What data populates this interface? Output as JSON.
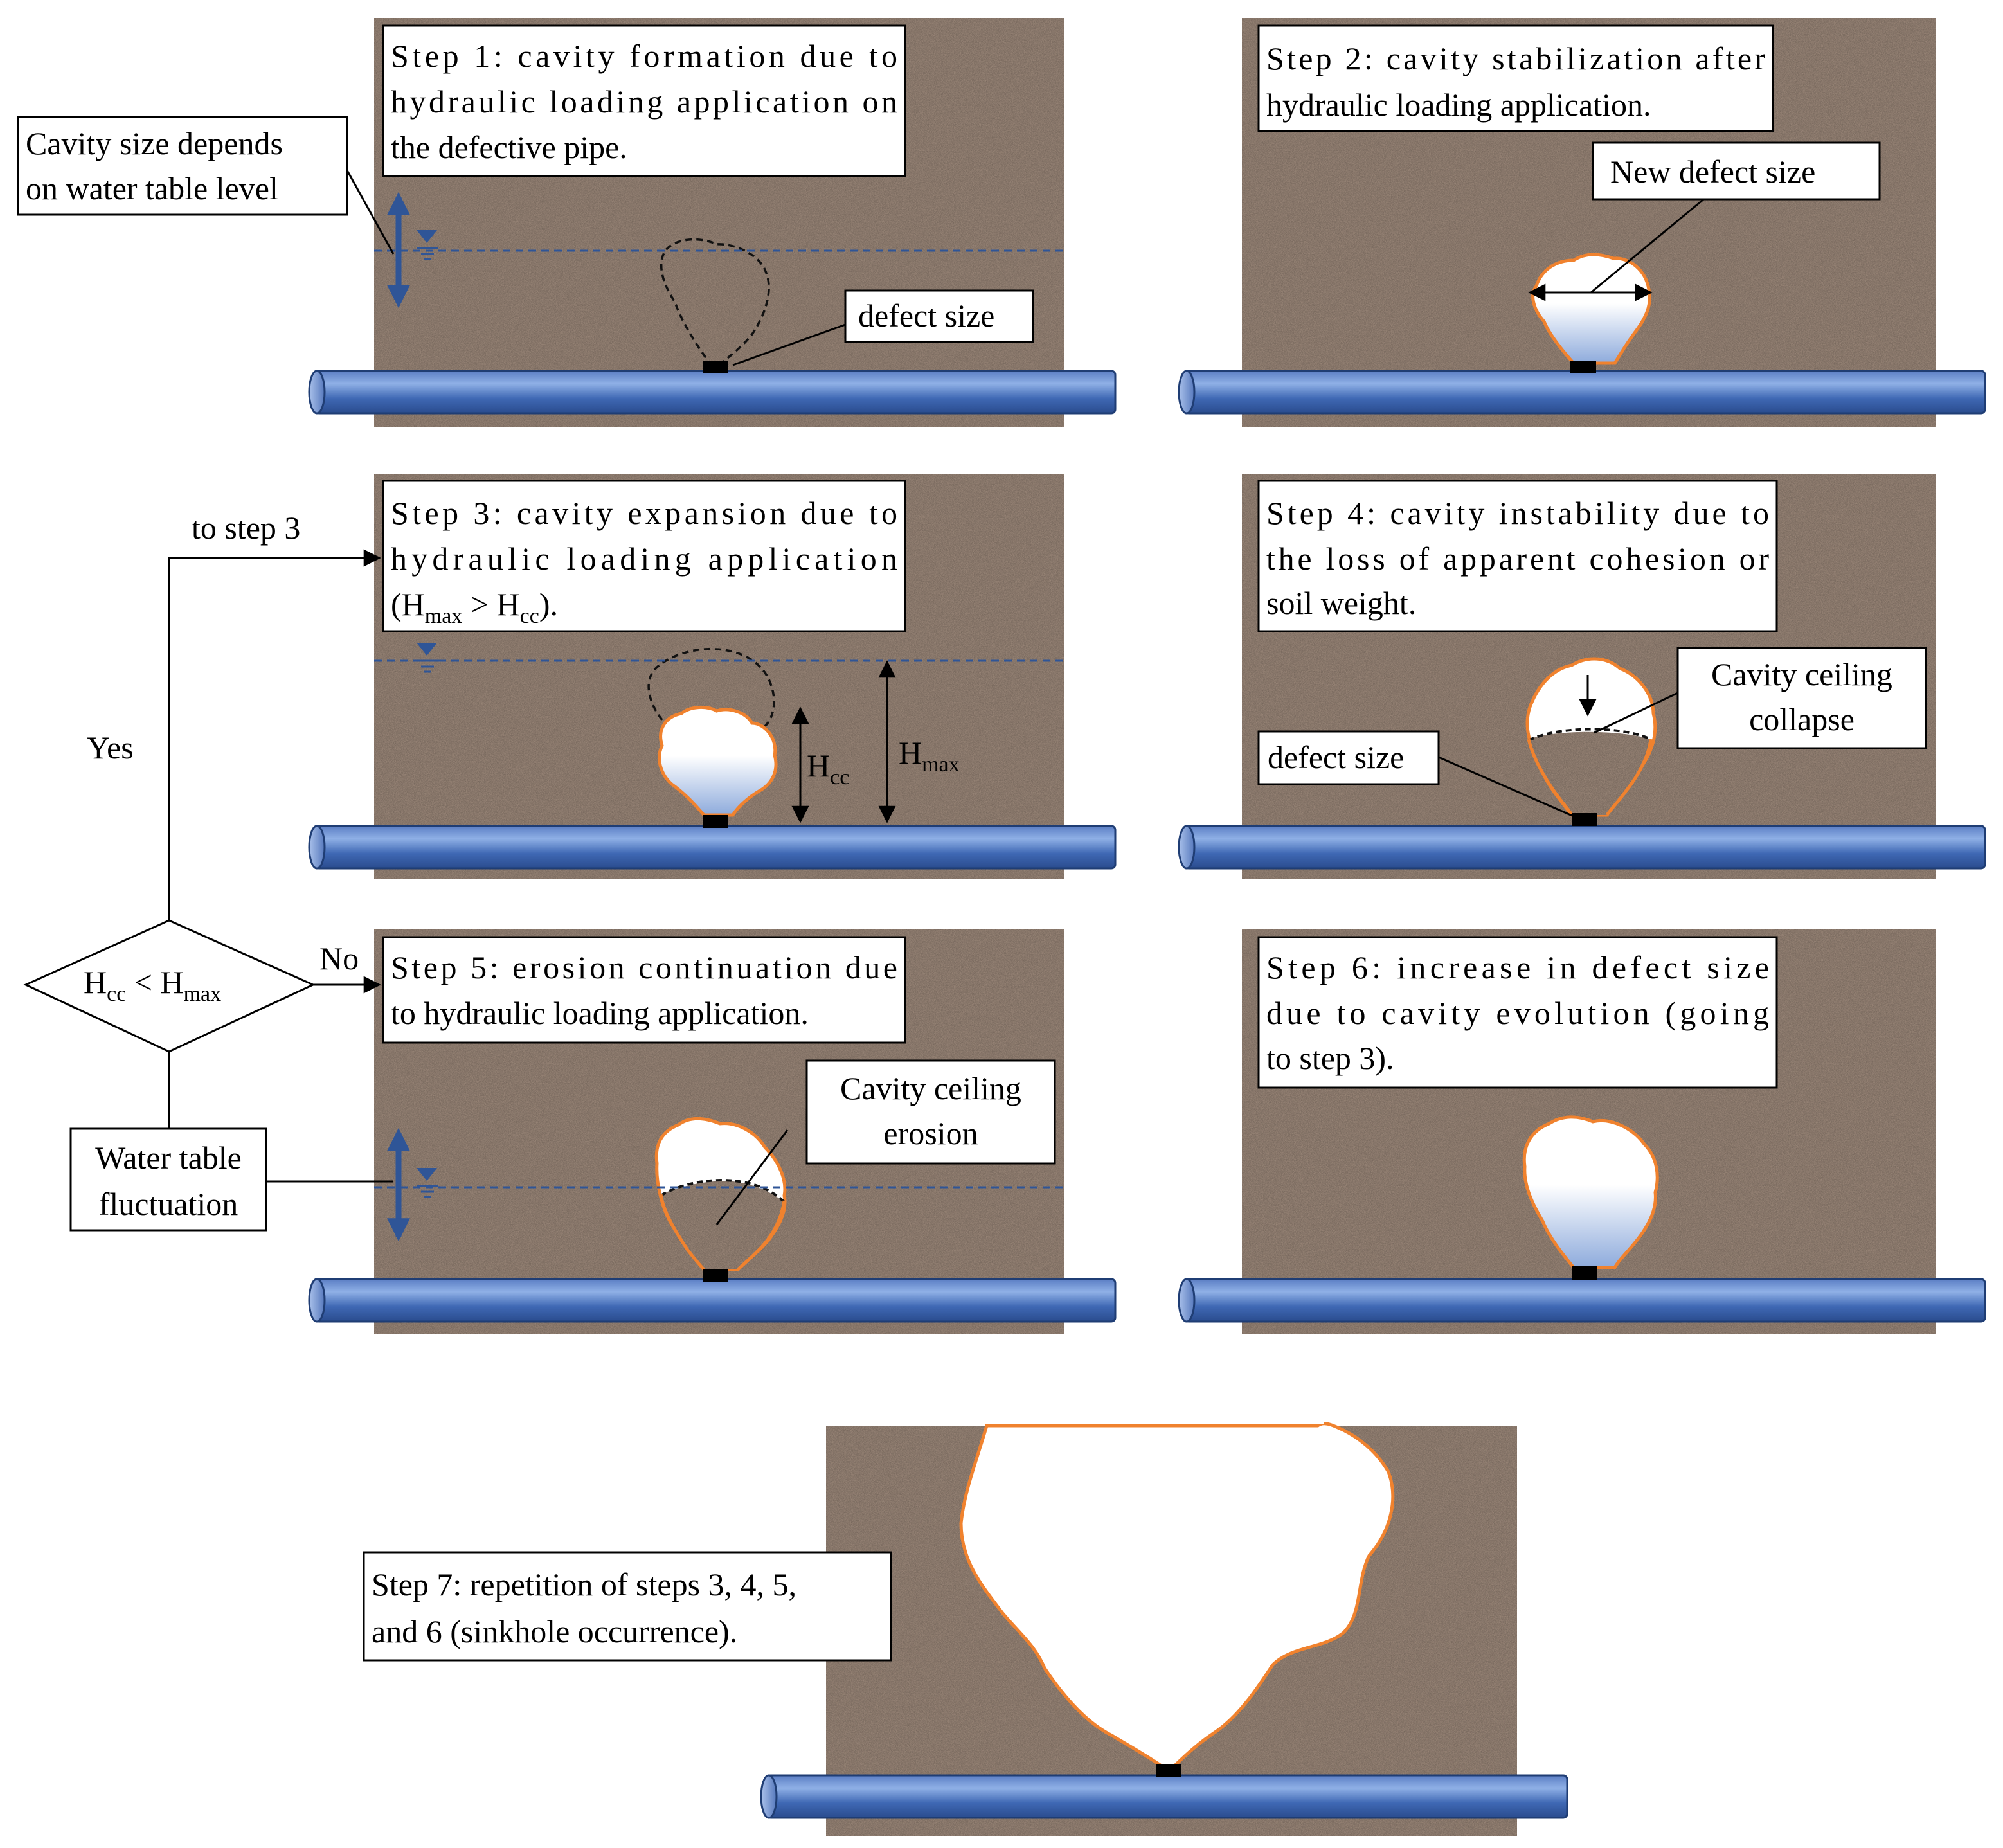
{
  "colors": {
    "soil": "#a48f80",
    "pipe_dark": "#2f5596",
    "pipe_light": "#7f9fd6",
    "cavity_outline": "#f0822e",
    "water_line": "#2f5597",
    "cavity_fill_bottom": "#8eabdc"
  },
  "steps": {
    "s1": {
      "lines": [
        "Step 1: cavity formation due to",
        "hydraulic loading application on",
        "the defective pipe."
      ]
    },
    "s2": {
      "lines": [
        "Step 2: cavity stabilization after",
        "hydraulic loading application."
      ]
    },
    "s3": {
      "line1": "Step 3: cavity expansion due to",
      "line2": "hydraulic loading application",
      "line3_pre": "(H",
      "line3_max": "max",
      "line3_gt": " > H",
      "line3_cc": "cc",
      "line3_post": ")."
    },
    "s4": {
      "lines": [
        "Step 4: cavity instability due to",
        "the loss of apparent cohesion or",
        "soil weight."
      ]
    },
    "s5": {
      "lines": [
        "Step 5: erosion continuation due",
        "to hydraulic loading application."
      ]
    },
    "s6": {
      "lines": [
        "Step 6: increase in defect size",
        "due to cavity evolution (going",
        "to step 3)."
      ]
    },
    "s7": {
      "lines": [
        "Step 7: repetition of steps 3, 4, 5,",
        "and 6 (sinkhole occurrence)."
      ]
    }
  },
  "labels": {
    "cavity_size": [
      "Cavity size depends",
      "on water table level"
    ],
    "defect_size_1": "defect size",
    "new_defect_size": "New defect size",
    "defect_size_4": "defect size",
    "ceiling_collapse": [
      "Cavity ceiling",
      "collapse"
    ],
    "ceiling_erosion": [
      "Cavity ceiling",
      "erosion"
    ],
    "water_table_fluctuation": [
      "Water table",
      "fluctuation"
    ],
    "h": "H",
    "cc": "cc",
    "max": "max"
  },
  "flow": {
    "to_step3": "to step 3",
    "yes": "Yes",
    "no": "No",
    "decision_h1": "H",
    "decision_cc": "cc",
    "decision_lt": " < H",
    "decision_max": "max"
  },
  "icons": [
    "water-table-symbol-icon",
    "double-arrow-icon",
    "defect-block-icon"
  ]
}
